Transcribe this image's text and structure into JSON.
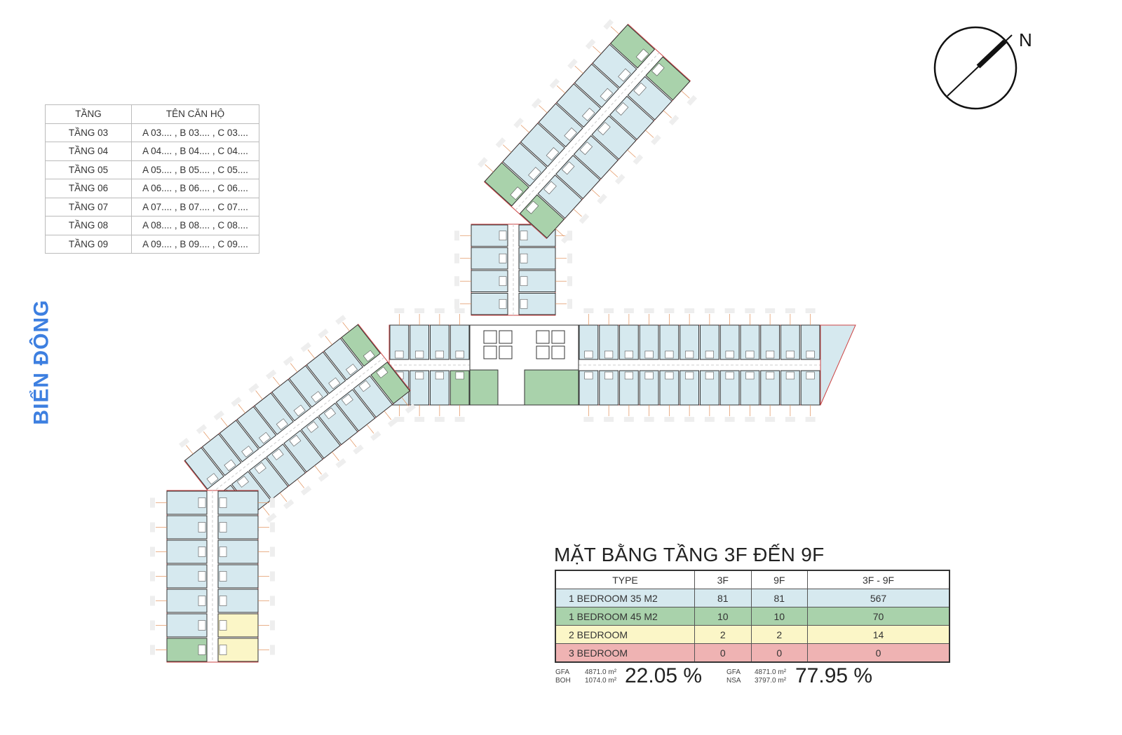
{
  "floor_table": {
    "headers": [
      "TẦNG",
      "TÊN CĂN HỘ"
    ],
    "rows": [
      [
        "TẦNG 03",
        "A 03.... , B 03.... , C 03...."
      ],
      [
        "TẦNG 04",
        "A 04.... , B 04.... , C 04...."
      ],
      [
        "TẦNG 05",
        "A 05.... , B 05.... , C 05...."
      ],
      [
        "TẦNG 06",
        "A 06.... , B 06.... , C 06...."
      ],
      [
        "TẦNG 07",
        "A 07.... , B 07.... , C 07...."
      ],
      [
        "TẦNG 08",
        "A 08.... , B 08.... , C 08...."
      ],
      [
        "TẦNG 09",
        "A 09.... , B 09.... , C 09...."
      ]
    ]
  },
  "sea_label": "BIỂN ĐÔNG",
  "compass": {
    "label": "N"
  },
  "plan_title": "MẶT BẰNG TẦNG 3F ĐẾN 9F",
  "unit_mix": {
    "headers": [
      "TYPE",
      "3F",
      "9F",
      "3F - 9F"
    ],
    "rows": [
      [
        "1 BEDROOM 35 M2",
        "81",
        "81",
        "567"
      ],
      [
        "1 BEDROOM 45 M2",
        "10",
        "10",
        "70"
      ],
      [
        "2 BEDROOM",
        "2",
        "2",
        "14"
      ],
      [
        "3 BEDROOM",
        "0",
        "0",
        "0"
      ]
    ]
  },
  "stats": [
    {
      "l1": "GFA",
      "l2": "BOH",
      "v1": "4871.0 m²",
      "v2": "1074.0 m²",
      "pct": "22.05 %"
    },
    {
      "l1": "GFA",
      "l2": "NSA",
      "v1": "4871.0 m²",
      "v2": "3797.0 m²",
      "pct": "77.95 %"
    }
  ],
  "colors": {
    "one_bed_35": "#d6e9ef",
    "one_bed_45": "#a9d2ab",
    "two_bed": "#fbf6c7",
    "three_bed": "#efb3b3",
    "sea": "#3d7fe0",
    "dim": "#e0905a"
  }
}
